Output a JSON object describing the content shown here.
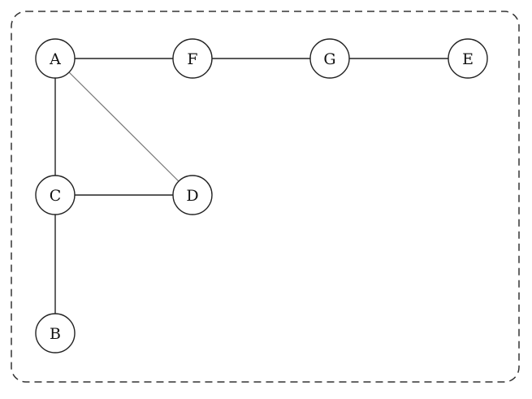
{
  "graph": {
    "nodes": [
      {
        "id": "A",
        "label": "A"
      },
      {
        "id": "F",
        "label": "F"
      },
      {
        "id": "G",
        "label": "G"
      },
      {
        "id": "E",
        "label": "E"
      },
      {
        "id": "C",
        "label": "C"
      },
      {
        "id": "D",
        "label": "D"
      },
      {
        "id": "B",
        "label": "B"
      }
    ],
    "edges": [
      {
        "from": "A",
        "to": "F"
      },
      {
        "from": "F",
        "to": "G"
      },
      {
        "from": "G",
        "to": "E"
      },
      {
        "from": "A",
        "to": "C"
      },
      {
        "from": "A",
        "to": "D"
      },
      {
        "from": "C",
        "to": "D"
      },
      {
        "from": "C",
        "to": "B"
      }
    ]
  }
}
